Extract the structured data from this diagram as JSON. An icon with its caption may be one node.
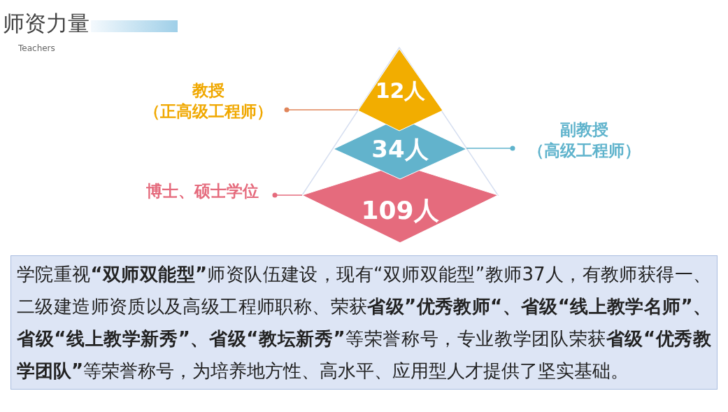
{
  "diagram": {
    "title": "师资力量",
    "nodes": [
      {
        "text": [
          "12人"
        ]
      },
      {
        "text": [
          "34人"
        ]
      },
      {
        "text": [
          "109人"
        ]
      },
      {
        "text": [
          "教授",
          "（正高级工程师）"
        ]
      },
      {
        "text": [
          "副教授",
          "（高级工程师）"
        ]
      },
      {
        "text": [
          "博士、硕士学位"
        ]
      },
      {
        "text": [
          "学院重视**“双师双能型”**师资队伍建设，现有“双师双能型”教师37人，有教师获得一、二级建造师资质以及高级工程师职称、荣获**省级”优秀教师“、省级“线上教学名师”、省级“线上教学新秀”、省级“教坛新秀”**等荣誉称号，专业教学团队荣获**省级“优秀教学团队”**等荣誉称号，为培养地方性、高水平、应用型人才提供了坚实基础。"
        ]
      }
    ],
    "edges": [
      {
        "from": 3,
        "to": 0,
        "arrow": "other",
        "color": "#e0855a"
      },
      {
        "from": 4,
        "to": 1,
        "arrow": "other",
        "color": "#5fb3cc"
      },
      {
        "from": 5,
        "to": 2,
        "arrow": "other",
        "color": "#e56b7d"
      }
    ],
    "labels": [
      "Teachers"
    ]
  }
}
